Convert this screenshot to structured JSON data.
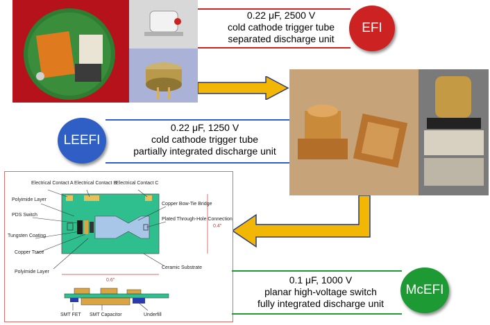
{
  "efi": {
    "badge": "EFI",
    "line1": "0.22 μF, 2500 V",
    "line2": "cold cathode trigger tube",
    "line3": "separated discharge unit",
    "color": "#cc2222"
  },
  "leefi": {
    "badge": "LEEFI",
    "line1": "0.22 μF, 1250 V",
    "line2": "cold cathode trigger tube",
    "line3": "partially integrated discharge unit",
    "color": "#2f5fc4"
  },
  "mcefi": {
    "badge": "McEFI",
    "line1": "0.1 μF, 1000 V",
    "line2": "planar high-voltage switch",
    "line3": "fully integrated discharge unit",
    "color": "#1e9a35"
  },
  "diagram": {
    "contact_a": "Electrical Contact A",
    "contact_b": "Electrical Contact B",
    "contact_c": "Electrical Contact C",
    "polyimide_layer": "Polyimide Layer",
    "pds_switch": "PDS Switch",
    "tungsten_coating": "Tungsten Coating",
    "copper_trace": "Copper Trace",
    "polyimide_layer_bottom": "Polyimide Layer",
    "copper_bowtie": "Copper Bow-Tie Bridge",
    "plated_hole": "Plated Through-Hole Connection",
    "ceramic_substrate": "Ceramic Substrate",
    "dim_width": "0.6\"",
    "dim_height": "0.4\"",
    "smt_fet": "SMT FET",
    "smt_capacitor": "SMT Capacitor",
    "underfill": "Underfill"
  },
  "colors": {
    "arrow": "#f2b705",
    "arrow_outline": "#2a3a7a",
    "diagram_border": "#e06a6a",
    "substrate": "#2fbf8f",
    "copper": "#d9a441"
  }
}
